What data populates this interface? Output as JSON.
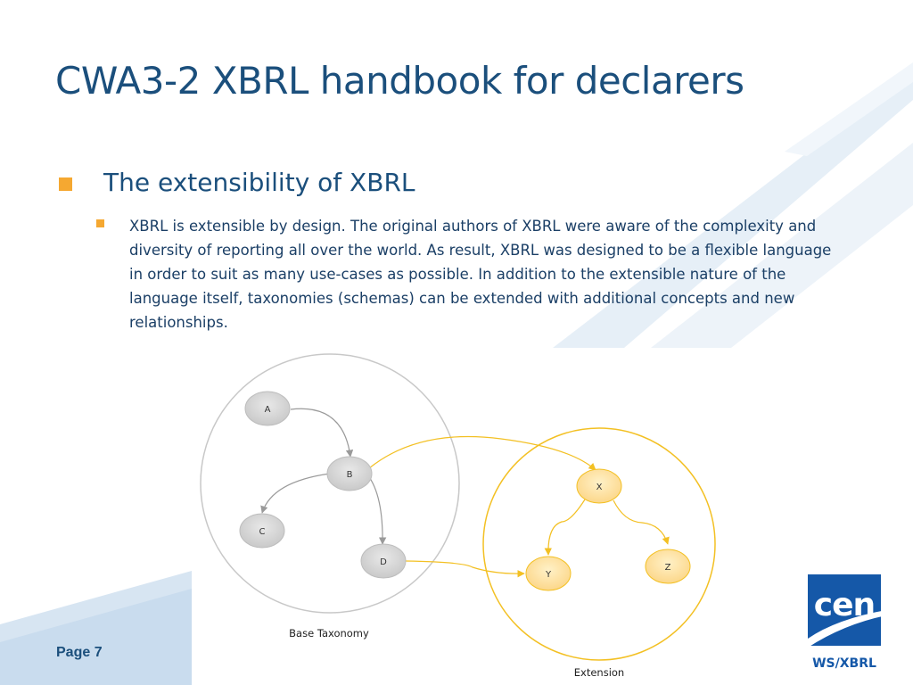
{
  "slide": {
    "title": "CWA3-2 XBRL handbook for declarers",
    "bullet": "The extensibility of XBRL",
    "sub_bullet": "XBRL is extensible by design. The original authors of XBRL were aware of the complexity and diversity of reporting all over the world. As result, XBRL was designed to be a flexible language in order to suit as many use-cases as possible. In addition to the extensible nature of the language itself, taxonomies (schemas) can be extended with additional concepts and new relationships."
  },
  "diagram": {
    "base_label": "Base Taxonomy",
    "extension_label": "Extension",
    "base_nodes": [
      "A",
      "B",
      "C",
      "D"
    ],
    "extension_nodes": [
      "X",
      "Y",
      "Z"
    ]
  },
  "footer": {
    "page": "Page 7"
  },
  "logo": {
    "top_text": "cen",
    "bottom_text": "WS/XBRL"
  },
  "colors": {
    "title": "#1b4f7c",
    "bullet_square": "#f5a831",
    "base_node": "#d3d3d3",
    "extension_node": "#fddc96",
    "extension_stroke": "#f3c023",
    "logo": "#1558a8"
  }
}
